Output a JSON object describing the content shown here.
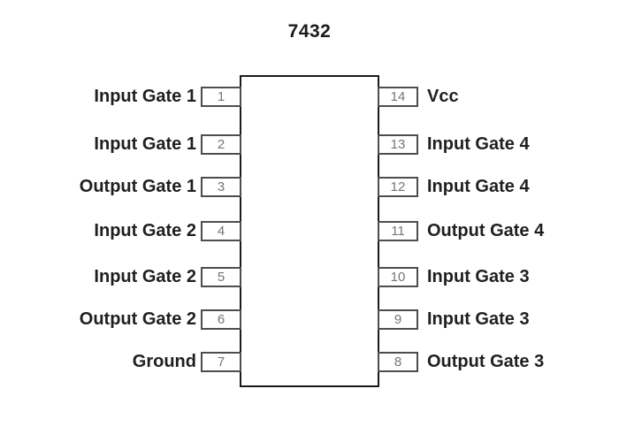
{
  "title": "7432",
  "pins": {
    "left": [
      {
        "number": "1",
        "label": "Input Gate 1"
      },
      {
        "number": "2",
        "label": "Input Gate 1"
      },
      {
        "number": "3",
        "label": "Output Gate 1"
      },
      {
        "number": "4",
        "label": "Input Gate 2"
      },
      {
        "number": "5",
        "label": "Input Gate 2"
      },
      {
        "number": "6",
        "label": "Output Gate 2"
      },
      {
        "number": "7",
        "label": "Ground"
      }
    ],
    "right": [
      {
        "number": "14",
        "label": "Vcc"
      },
      {
        "number": "13",
        "label": "Input Gate 4"
      },
      {
        "number": "12",
        "label": "Input Gate 4"
      },
      {
        "number": "11",
        "label": "Output Gate 4"
      },
      {
        "number": "10",
        "label": "Input Gate 3"
      },
      {
        "number": "9",
        "label": "Input Gate 3"
      },
      {
        "number": "8",
        "label": "Output Gate 3"
      }
    ]
  },
  "colors": {
    "background": "#ffffff",
    "label_ink": "#1f1f1f",
    "pin_number_ink": "#757575",
    "ic_outline": "#1a1a1a",
    "pin_box_outline": "#4d4d4d"
  }
}
